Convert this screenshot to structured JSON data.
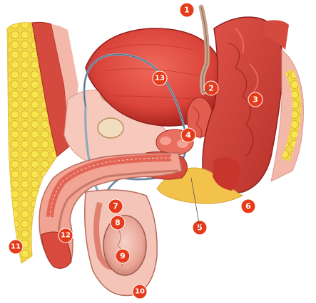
{
  "diagram": {
    "markers": [
      {
        "id": "m1",
        "label": "1"
      },
      {
        "id": "m2",
        "label": "2"
      },
      {
        "id": "m3",
        "label": "3"
      },
      {
        "id": "m4",
        "label": "4"
      },
      {
        "id": "m5",
        "label": "5"
      },
      {
        "id": "m6",
        "label": "6"
      },
      {
        "id": "m7",
        "label": "7"
      },
      {
        "id": "m8",
        "label": "8"
      },
      {
        "id": "m9",
        "label": "9"
      },
      {
        "id": "m10",
        "label": "10"
      },
      {
        "id": "m11",
        "label": "11"
      },
      {
        "id": "m12",
        "label": "12"
      },
      {
        "id": "m13",
        "label": "13"
      }
    ]
  },
  "colors": {
    "marker": "#e63b1a",
    "muscle": "#d9534a",
    "muscle_dark": "#b22a22",
    "tissue_pink": "#f2b3a8",
    "fat_yellow": "#f3dd2b",
    "duct_blue": "#6e8fa8"
  }
}
